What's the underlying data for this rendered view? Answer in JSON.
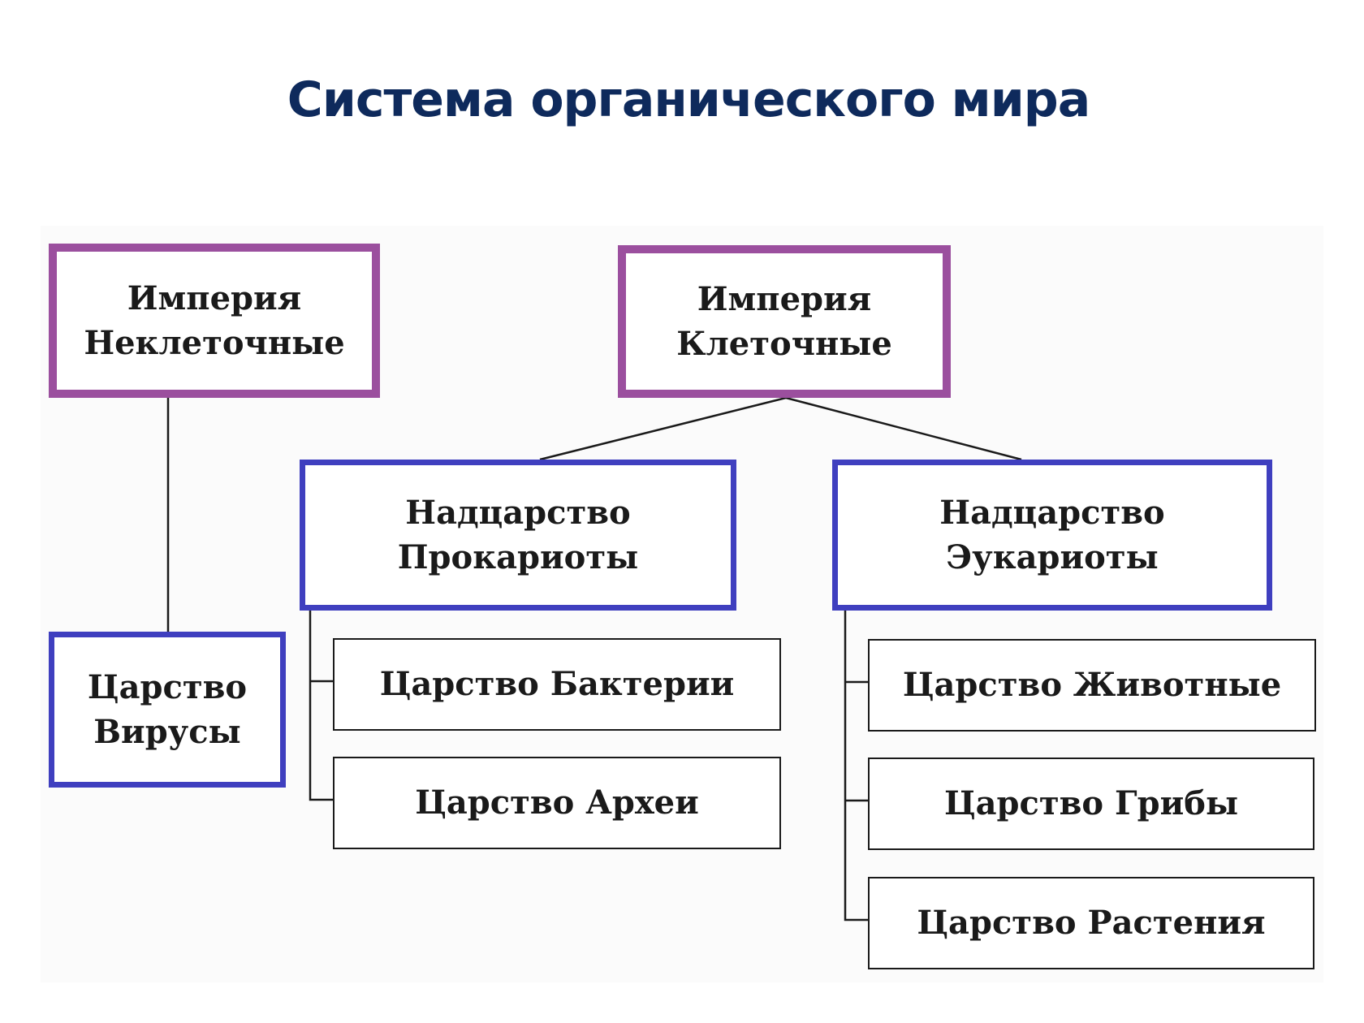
{
  "title": "Система органического мира",
  "colors": {
    "title": "#0e2a5c",
    "empire_border": "#9b4f9e",
    "superkingdom_border": "#3f3fbf",
    "kingdom_border": "#1a1a1a"
  },
  "empires": {
    "noncellular": {
      "line1": "Империя",
      "line2": "Неклеточные"
    },
    "cellular": {
      "line1": "Империя",
      "line2": "Клеточные"
    }
  },
  "viruses": {
    "line1": "Царство",
    "line2": "Вирусы"
  },
  "prokaryotes": {
    "line1": "Надцарство",
    "line2": "Прокариоты",
    "kingdoms": [
      "Царство Бактерии",
      "Царство Археи"
    ]
  },
  "eukaryotes": {
    "line1": "Надцарство",
    "line2": "Эукариоты",
    "kingdoms": [
      "Царство Животные",
      "Царство Грибы",
      "Царство Растения"
    ]
  }
}
